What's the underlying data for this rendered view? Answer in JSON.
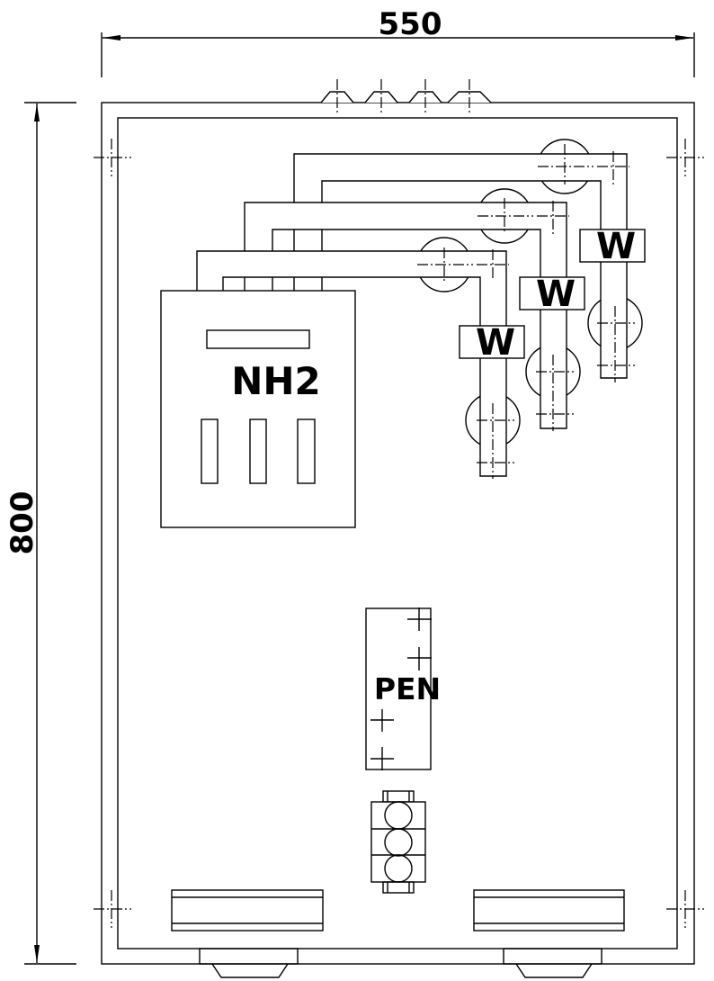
{
  "drawing": {
    "title": "Cabinet layout",
    "dimensions": {
      "width_label": "550",
      "height_label": "800"
    },
    "components": {
      "fuse_switch": {
        "label": "NH2"
      },
      "pen_bar": {
        "label": "PEN"
      },
      "terminals": [
        {
          "label": "W"
        },
        {
          "label": "W"
        },
        {
          "label": "W"
        }
      ]
    },
    "colors": {
      "line": "#000000",
      "background": "#ffffff"
    }
  }
}
